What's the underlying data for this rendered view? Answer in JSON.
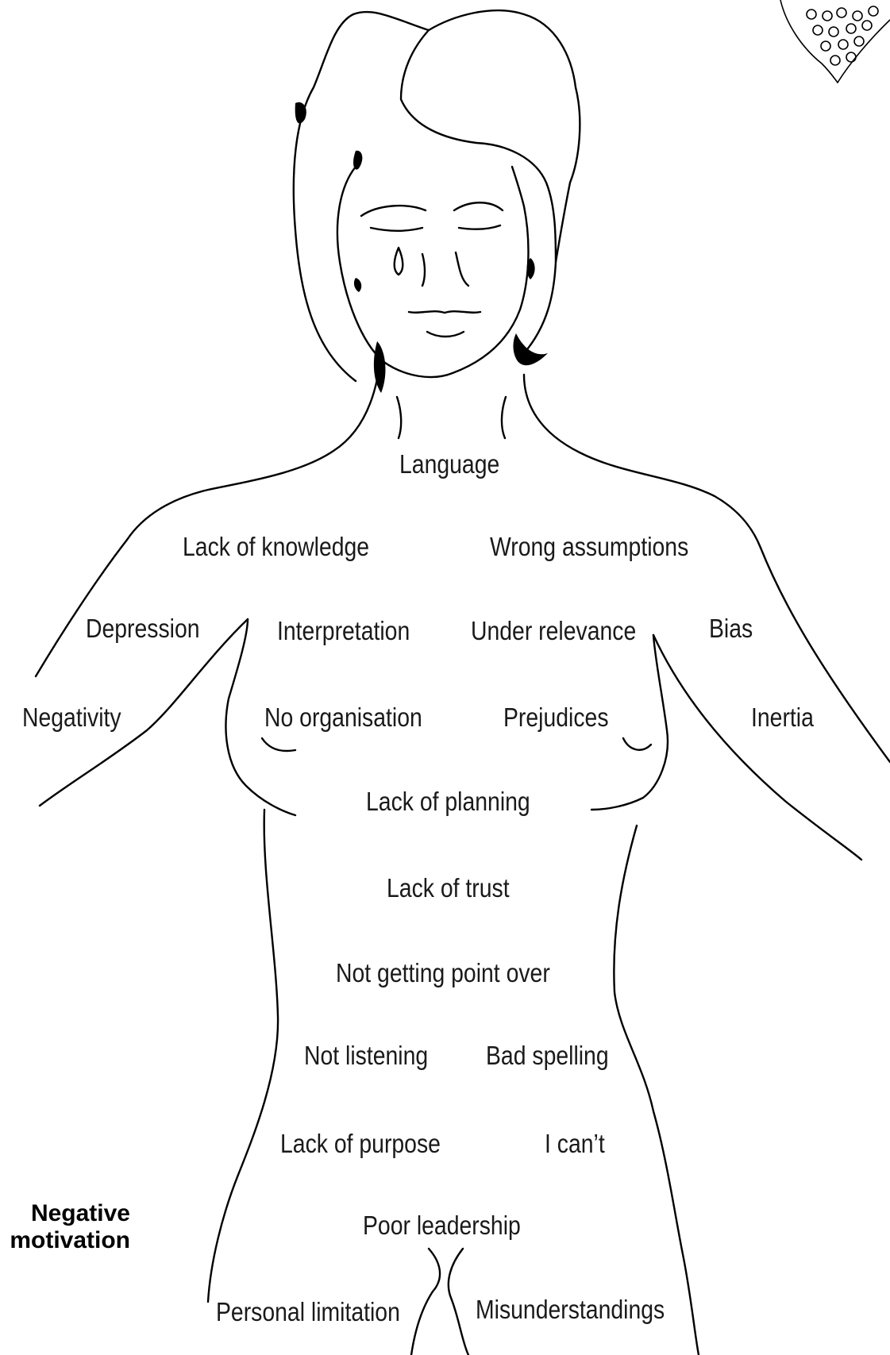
{
  "caption": {
    "line1": "Negative",
    "line2": "motivation"
  },
  "labels": {
    "language": "Language",
    "lack_of_knowledge": "Lack of knowledge",
    "wrong_assumptions": "Wrong assumptions",
    "depression": "Depression",
    "interpretation": "Interpretation",
    "under_relevance": "Under relevance",
    "bias": "Bias",
    "negativity": "Negativity",
    "no_organisation": "No organisation",
    "prejudices": "Prejudices",
    "inertia": "Inertia",
    "lack_of_planning": "Lack of planning",
    "lack_of_trust": "Lack of trust",
    "not_getting_point_over": "Not getting point over",
    "not_listening": "Not listening",
    "bad_spelling": "Bad spelling",
    "lack_of_purpose": "Lack of purpose",
    "i_cant": "I can’t",
    "poor_leadership": "Poor leadership",
    "personal_limitation": "Personal limitation",
    "misunderstandings": "Misunderstandings"
  },
  "colors": {
    "line": "#000000",
    "text": "#1a1a1a",
    "background": "#ffffff"
  },
  "icons": {
    "figure": "woman-outline-figure",
    "corner": "pineapple-corner-icon"
  }
}
